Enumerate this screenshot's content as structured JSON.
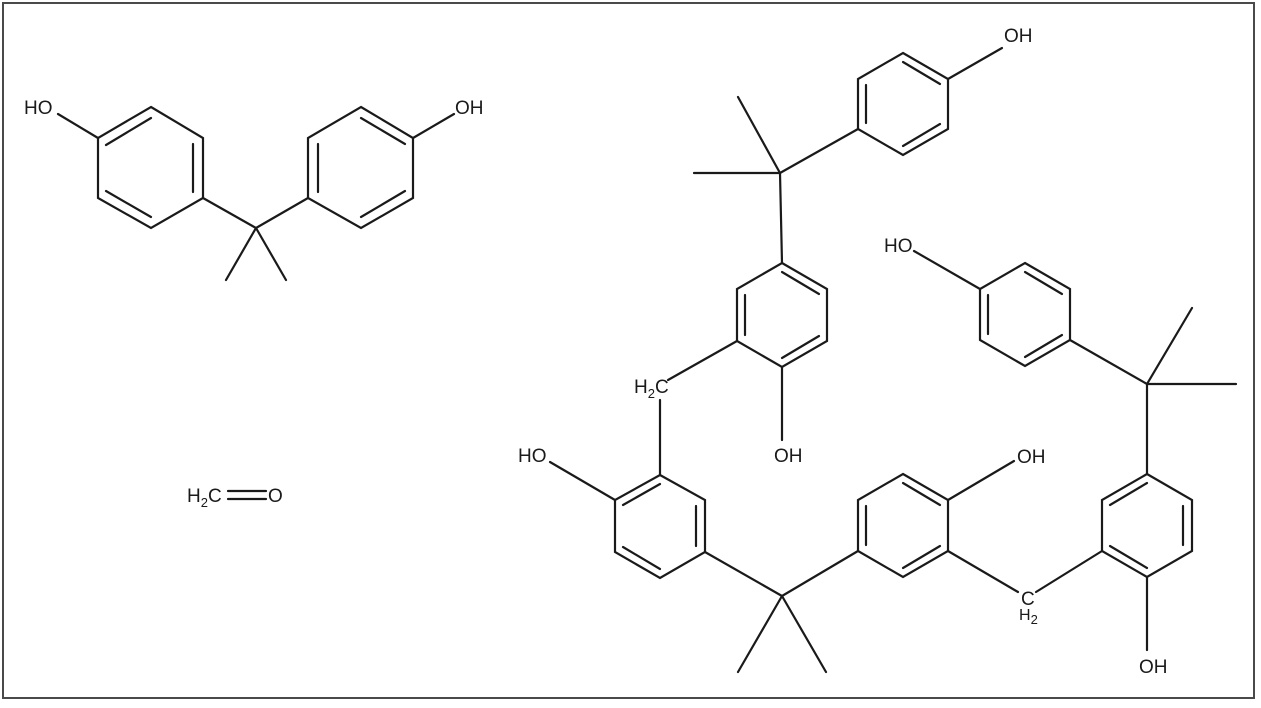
{
  "figure": {
    "type": "chemical-structure-diagram",
    "border_color": "#4a4a4a",
    "line_color": "#1a1a1a"
  },
  "molecules": [
    {
      "id": "bisphenol-a",
      "labels": {
        "left_oh": "HO",
        "right_oh": "OH"
      }
    },
    {
      "id": "formaldehyde",
      "labels": {
        "h2c": "H",
        "sub": "2",
        "c": "C",
        "o": "O"
      }
    },
    {
      "id": "bpa-formaldehyde-oligomer",
      "labels": {
        "top_oh": "OH",
        "ring2_oh": "OH",
        "ch2_left_h": "H",
        "ch2_left_sub": "2",
        "ch2_left_c": "C",
        "ring3_ho": "HO",
        "ring4_oh": "OH",
        "ch2_right_c": "C",
        "ch2_right_h": "H",
        "ch2_right_sub": "2",
        "ring5_oh": "OH",
        "ring6_ho": "HO"
      }
    }
  ]
}
